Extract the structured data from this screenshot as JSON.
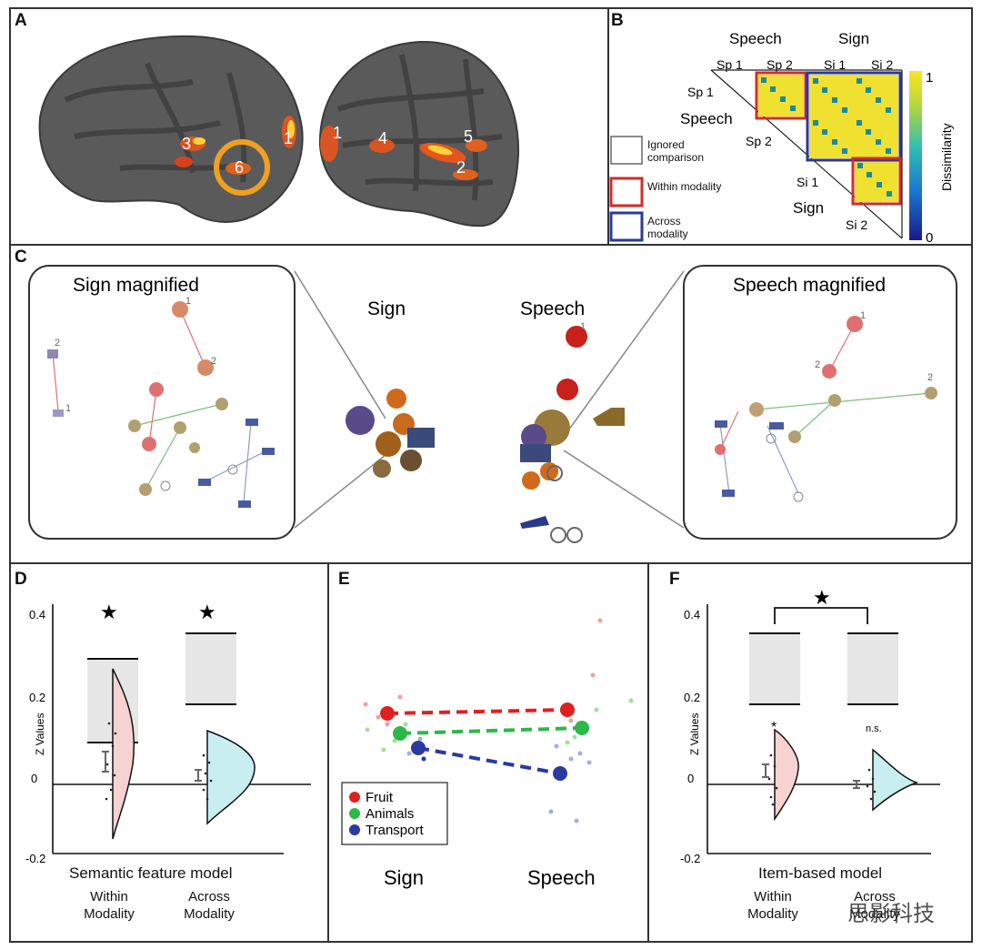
{
  "panel_labels": {
    "a": "A",
    "b": "B",
    "c": "C",
    "d": "D",
    "e": "E",
    "f": "F"
  },
  "panel_a": {
    "region_numbers_left": [
      "3",
      "6",
      "1"
    ],
    "region_numbers_right": [
      "1",
      "4",
      "5",
      "2"
    ]
  },
  "panel_b": {
    "group_speech": "Speech",
    "group_sign": "Sign",
    "col_labels": [
      "Sp 1",
      "Sp 2",
      "Si 1",
      "Si 2"
    ],
    "row_labels": [
      "Sp 1",
      "Sp 2",
      "Si 1",
      "Si 2"
    ],
    "row_group_speech": "Speech",
    "row_group_sign": "Sign",
    "legend": [
      {
        "label": "Ignored comparison",
        "color": "#666666"
      },
      {
        "label": "Within modality",
        "color": "#d42a2a"
      },
      {
        "label": "Across modality",
        "color": "#2a3a9a"
      }
    ],
    "colorbar_label": "Dissimilarity",
    "colorbar_max": "1",
    "colorbar_min": "0"
  },
  "panel_c": {
    "sign_magnified_title": "Sign magnified",
    "speech_magnified_title": "Speech magnified",
    "sign_label": "Sign",
    "speech_label": "Speech",
    "point_label_1": "1",
    "point_label_2": "2"
  },
  "panel_d": {
    "significance": [
      "★",
      "★"
    ],
    "y_axis_label": "Z Values",
    "model_label": "Semantic feature model",
    "group_labels": [
      "Within Modality",
      "Across Modality"
    ],
    "chart_data": {
      "type": "violin",
      "ylabel": "Z Values",
      "yticks": [
        "0.4",
        "0.2",
        "0",
        "-0.2"
      ],
      "ylim": [
        -0.2,
        0.4
      ],
      "categories": [
        "Within Modality",
        "Across Modality"
      ],
      "means": [
        0.05,
        0.02
      ],
      "noise_ceiling_lower": [
        0.1,
        0.18
      ],
      "noise_ceiling_upper": [
        0.29,
        0.35
      ],
      "colors": [
        "#f6d2d0",
        "#c9eef2"
      ]
    }
  },
  "panel_e": {
    "legend": [
      {
        "label": "Fruit",
        "color": "#e02020"
      },
      {
        "label": "Animals",
        "color": "#2db84a"
      },
      {
        "label": "Transport",
        "color": "#2a3aa0"
      }
    ],
    "x_labels": [
      "Sign",
      "Speech"
    ],
    "chart_data": {
      "type": "line",
      "categories": [
        "Sign",
        "Speech"
      ],
      "series": [
        {
          "name": "Fruit",
          "values": [
            0.18,
            0.18
          ],
          "color": "#e02020"
        },
        {
          "name": "Animals",
          "values": [
            0.13,
            0.14
          ],
          "color": "#2db84a"
        },
        {
          "name": "Transport",
          "values": [
            0.09,
            0.02
          ],
          "color": "#2a3aa0"
        }
      ]
    }
  },
  "panel_f": {
    "significance_top": "★",
    "small_star": "*",
    "ns_label": "n.s.",
    "y_axis_label": "Z Values",
    "model_label": "Item-based model",
    "group_labels": [
      "Within Modality",
      "Across Modality"
    ],
    "chart_data": {
      "type": "violin",
      "ylabel": "Z Values",
      "yticks": [
        "0.4",
        "0.2",
        "0",
        "-0.2"
      ],
      "ylim": [
        -0.2,
        0.4
      ],
      "categories": [
        "Within Modality",
        "Across Modality"
      ],
      "means": [
        0.04,
        0.0
      ],
      "noise_ceiling_lower": [
        0.18,
        0.18
      ],
      "noise_ceiling_upper": [
        0.35,
        0.35
      ],
      "colors": [
        "#f6d2d0",
        "#c9eef2"
      ]
    }
  },
  "watermark": "思影科技"
}
